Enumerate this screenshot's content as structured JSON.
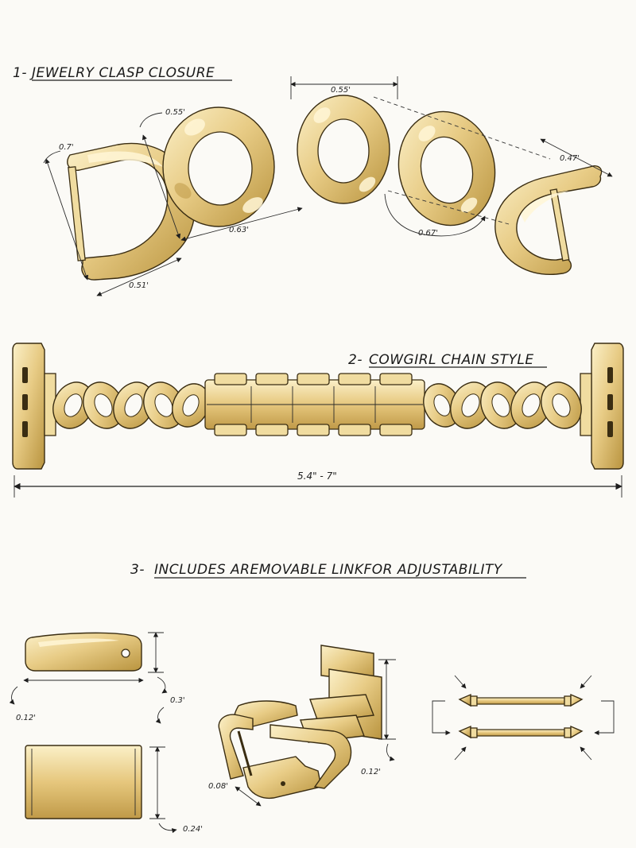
{
  "colors": {
    "gold_light": "#f7e7b4",
    "gold_mid": "#e3c47a",
    "gold_dark": "#b58f3c",
    "ink": "#1e1e1e",
    "paper": "#fbfaf6"
  },
  "section1": {
    "number": "1-",
    "title": "JEWELRY CLASP CLOSURE",
    "dims": {
      "d_height": "0.7'",
      "ring1_height": "0.55'",
      "ring2_width": "0.55'",
      "d_width": "0.51'",
      "ring1_width": "0.63'",
      "ring3_angle": "0.67'",
      "right_d": "0.47'"
    }
  },
  "section2": {
    "number": "2-",
    "title": "COWGIRL CHAIN STYLE",
    "length": "5.4\" - 7\""
  },
  "section3": {
    "number": "3-",
    "title": "INCLUDES AREMOVABLE LINKFOR ADJUSTABILITY",
    "dims": {
      "link_thickness_left": "0.12'",
      "link_height": "0.3'",
      "block_width": "0.24'",
      "buckle_pin": "0.08'",
      "buckle_height": "0.12'"
    }
  }
}
